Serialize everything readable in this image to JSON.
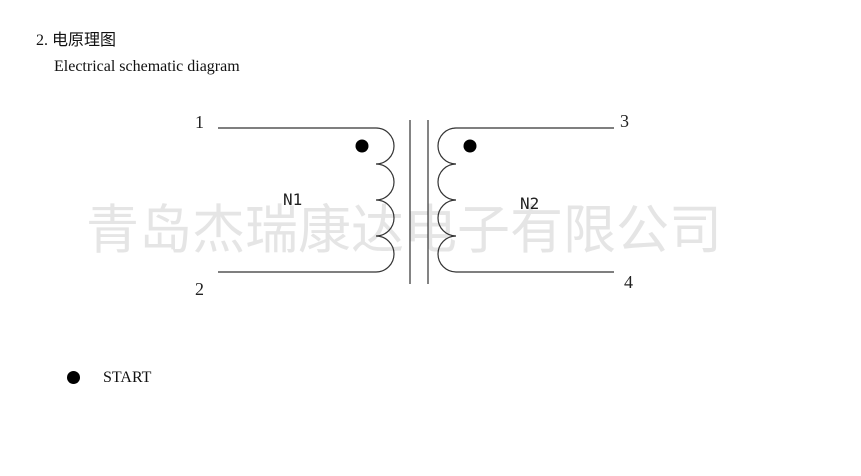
{
  "section": {
    "heading": "2. 电原理图",
    "subheading": "Electrical schematic diagram"
  },
  "schematic": {
    "pins": {
      "p1": "1",
      "p2": "2",
      "p3": "3",
      "p4": "4"
    },
    "windings": {
      "primary": "N1",
      "secondary": "N2"
    }
  },
  "legend": {
    "start_label": "START"
  },
  "watermark": "青岛杰瑞康达电子有限公司"
}
